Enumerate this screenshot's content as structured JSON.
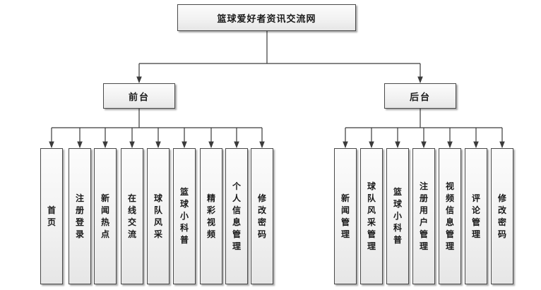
{
  "root": {
    "label": "篮球爱好者资讯交流网"
  },
  "front": {
    "label": "前台",
    "children": [
      "首页",
      "注册登录",
      "新闻热点",
      "在线交流",
      "球队风采",
      "篮球小科普",
      "精彩视频",
      "个人信息管理",
      "修改密码"
    ]
  },
  "back": {
    "label": "后台",
    "children": [
      "新闻管理",
      "球队风采管理",
      "篮球小科普",
      "注册用户管理",
      "视频信息管理",
      "评论管理",
      "修改密码"
    ]
  },
  "colors": {
    "line": "#3a3a3a",
    "box_border": "#4a4a4a",
    "box_fill": "#f1f1f1"
  }
}
